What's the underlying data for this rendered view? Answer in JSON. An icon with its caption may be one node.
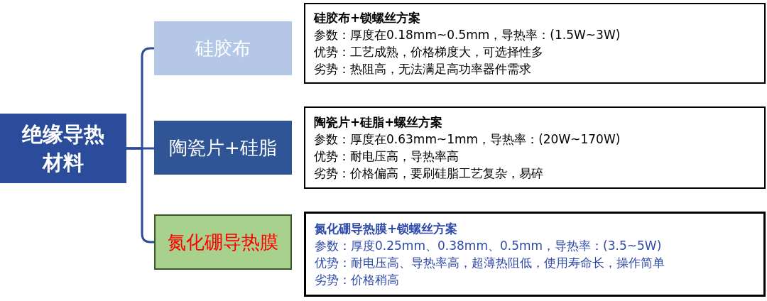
{
  "diagram": {
    "nodes": [
      {
        "text": [
          "绝缘导热材料"
        ]
      },
      {
        "text": [
          "硅胶布"
        ]
      },
      {
        "text": [
          "陶瓷片+硅脂"
        ]
      },
      {
        "text": [
          "氮化硼导热膜"
        ]
      },
      {
        "text": [
          "硅胶布+锁螺丝方案",
          "参数：厚度在0.18mm~0.5mm，导热率：(1.5W~3W)",
          "优势：工艺成熟，价格梯度大，可选择性多",
          "劣势：热阻高，无法满足高功率器件需求"
        ]
      },
      {
        "text": [
          "陶瓷片+硅脂+螺丝方案",
          "参数：厚度在0.63mm~1mm，导热率：(20W~170W)",
          "优势：耐电压高，导热率高",
          "劣势：价格偏高，要刷硅脂工艺复杂，易碎"
        ]
      },
      {
        "text": [
          "氮化硼导热膜+锁螺丝方案",
          "参数：厚度0.25mm、0.38mm、0.5mm，导热率：(3.5~5W)",
          "优势：耐电压高、导热率高，超薄热阻低，使用寿命长，操作简单",
          "劣势：价格稍高"
        ]
      }
    ],
    "edges": [
      {
        "from": 0,
        "to": 1,
        "arrow": "none"
      },
      {
        "from": 0,
        "to": 2,
        "arrow": "none"
      },
      {
        "from": 0,
        "to": 3,
        "arrow": "none"
      }
    ]
  }
}
